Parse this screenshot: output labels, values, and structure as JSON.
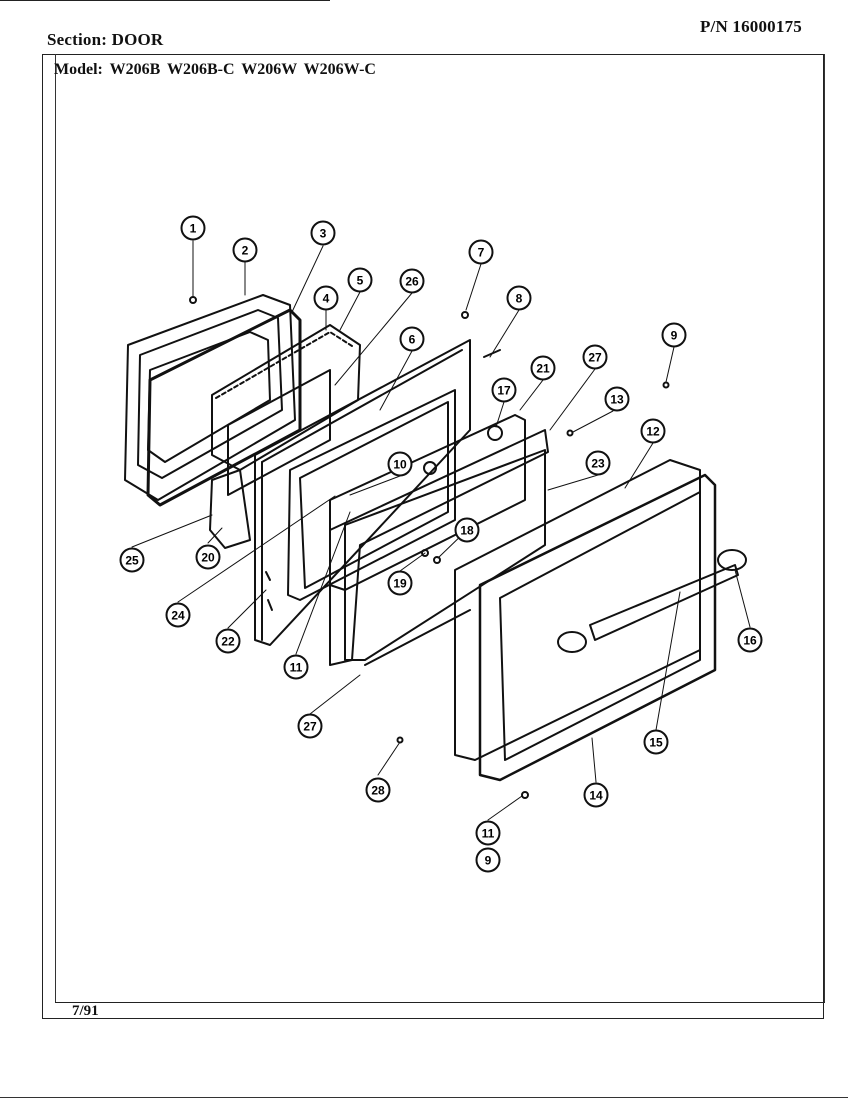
{
  "header": {
    "section_label": "Section:",
    "section_value": "DOOR",
    "part_number": "P/N 16000175"
  },
  "model": {
    "label": "Model:",
    "values": "W206B  W206B-C  W206W  W206W-C"
  },
  "footer": {
    "date": "7/91"
  },
  "callouts": [
    "1",
    "2",
    "3",
    "4",
    "5",
    "26",
    "7",
    "8",
    "6",
    "9",
    "21",
    "27",
    "17",
    "13",
    "12",
    "23",
    "10",
    "24",
    "25",
    "20",
    "19",
    "18",
    "16",
    "22",
    "11",
    "27",
    "15",
    "28",
    "14",
    "11",
    "9"
  ]
}
